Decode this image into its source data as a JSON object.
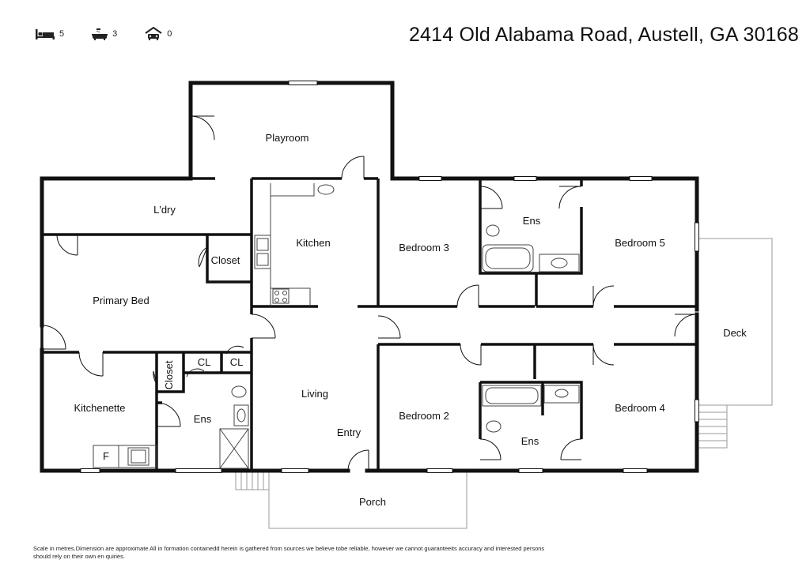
{
  "header": {
    "address": "2414 Old Alabama Road, Austell, GA 30168",
    "stats": [
      {
        "icon": "bed-icon",
        "value": "5"
      },
      {
        "icon": "bath-icon",
        "value": "3"
      },
      {
        "icon": "garage-icon",
        "value": "0"
      }
    ]
  },
  "rooms": {
    "playroom": "Playroom",
    "laundry": "L'dry",
    "kitchen": "Kitchen",
    "closet_main": "Closet",
    "primary_bed": "Primary Bed",
    "bedroom3": "Bedroom 3",
    "ensuite_top": "Ens",
    "bedroom5": "Bedroom 5",
    "deck": "Deck",
    "closet_small": "Closet",
    "cl1": "CL",
    "cl2": "CL",
    "kitchenette": "Kitchenette",
    "ensuite_left": "Ens",
    "living": "Living",
    "entry": "Entry",
    "bedroom2": "Bedroom 2",
    "ensuite_bottom": "Ens",
    "bedroom4": "Bedroom 4",
    "porch": "Porch",
    "fridge": "F"
  },
  "footer": {
    "disclaimer_line1": "Scale in metres.Dimension are approximate All in formation containedd herein is gathered from sources we believe tobe reliable, however we cannot guaranteeits accuracy and interested persons",
    "disclaimer_line2": "should rely on their own en quiries."
  }
}
